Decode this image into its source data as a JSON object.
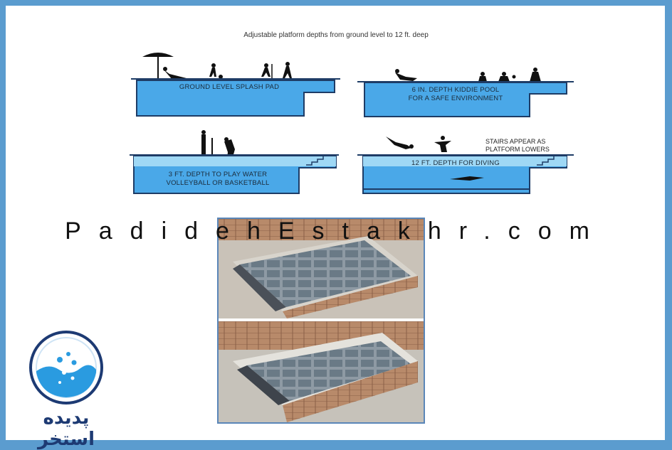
{
  "title": "Adjustable platform depths from ground level to 12 ft. deep",
  "panels": {
    "p1": {
      "label_line1": "GROUND LEVEL SPLASH PAD",
      "label_line2": ""
    },
    "p2": {
      "label_line1": "6 IN. DEPTH KIDDIE POOL",
      "label_line2": "FOR A SAFE ENVIRONMENT"
    },
    "p3": {
      "label_line1": "3 FT. DEPTH TO PLAY WATER",
      "label_line2": "VOLLEYBALL OR BASKETBALL"
    },
    "p4": {
      "label_line1": "12 FT. DEPTH FOR DIVING",
      "label_line2": ""
    }
  },
  "stairs_note": {
    "line1": "STAIRS APPEAR AS",
    "line2": "PLATFORM LOWERS"
  },
  "watermark": "PadidehEstakhr.com",
  "logo": {
    "text": "پدیده استخر",
    "color": "#1d3a73"
  },
  "colors": {
    "border": "#5b9ccf",
    "water": "#4aa8e8",
    "water_light": "#7cc6f0",
    "pool_outline": "#1e3c66"
  }
}
